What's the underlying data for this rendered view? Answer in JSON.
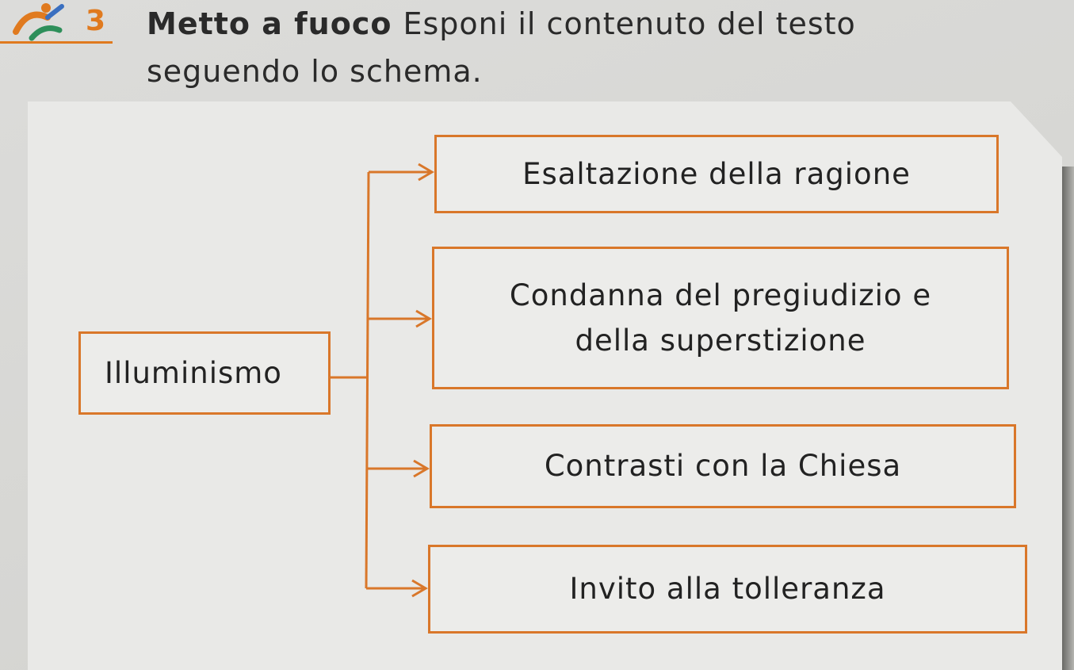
{
  "exercise": {
    "number": "3",
    "keyword": "Metto a fuoco",
    "instruction_line1": "Esponi il contenuto del testo",
    "instruction_line2": "seguendo lo schema."
  },
  "diagram": {
    "root": "Illuminismo",
    "branches": [
      "Esaltazione della ragione",
      "Condanna del pregiudizio e della superstizione",
      "Contrasti con la Chiesa",
      "Invito alla tolleranza"
    ]
  },
  "colors": {
    "accent": "#d9772a",
    "text": "#222222",
    "panel": "#e9e9e7"
  },
  "icons": [
    "runner-icon"
  ]
}
